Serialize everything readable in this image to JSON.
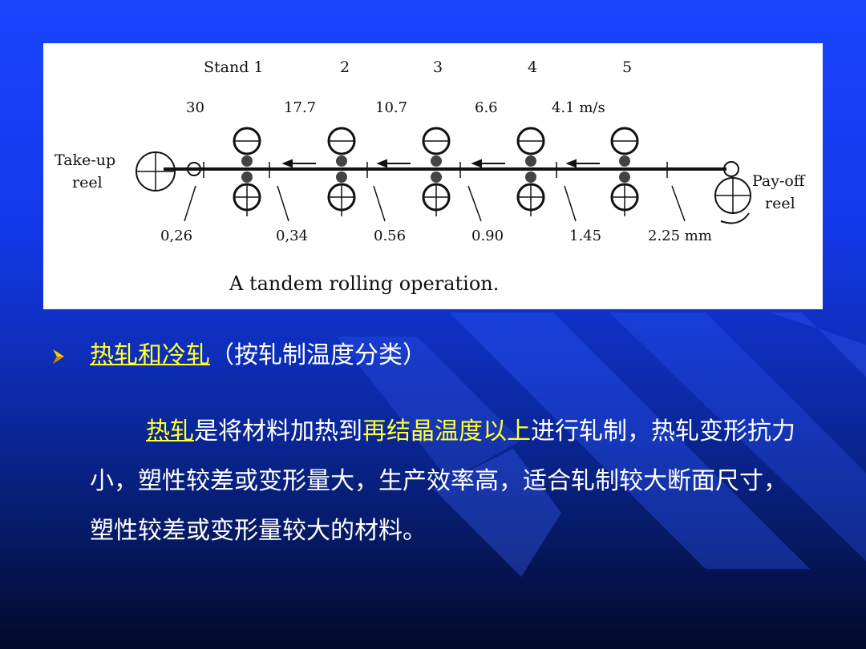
{
  "colors": {
    "background_top": "#1a44ff",
    "background_bottom": "#020a2a",
    "highlight": "#ffff33",
    "text": "#ffffff"
  },
  "figure": {
    "stand_labels": [
      "Stand 1",
      "2",
      "3",
      "4",
      "5"
    ],
    "speeds": [
      "30",
      "17.7",
      "10.7",
      "6.6",
      "4.1 m/s"
    ],
    "thicknesses": [
      "0,26",
      "0,34",
      "0.56",
      "0.90",
      "1.45",
      "2.25 mm"
    ],
    "takeup_label_1": "Take-up",
    "takeup_label_2": "reel",
    "payoff_label_1": "Pay-off",
    "payoff_label_2": "reel",
    "caption": "A tandem rolling operation."
  },
  "bullet_icon": "arrow-bullet-icon",
  "heading": {
    "highlight": "热轧和冷轧",
    "rest": "（按轧制温度分类）"
  },
  "paragraph": {
    "term": "热轧",
    "part1": "是将材料加热到",
    "emphasis": "再结晶温度以上",
    "part2": "进行轧制，热轧变形抗力小，塑性较差或变形量大，生产效率高，适合轧制较大断面尺寸，塑性较差或变形量较大的材料。"
  }
}
